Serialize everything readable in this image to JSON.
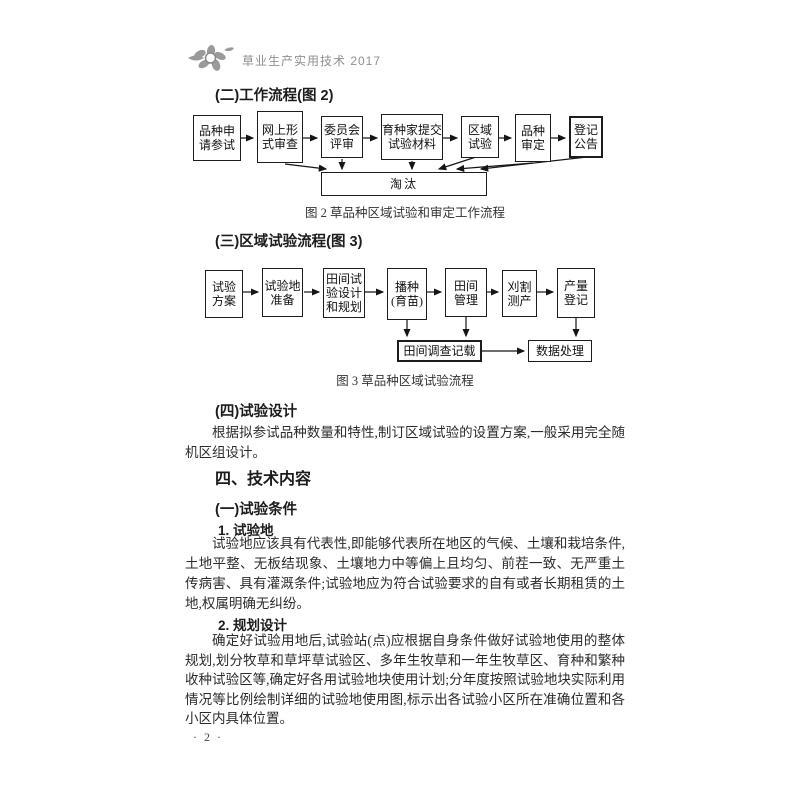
{
  "header": {
    "logo_icon": "flower-ornament",
    "book_title": "草业生产实用技术 2017"
  },
  "sections": {
    "workflow_heading": "(二)工作流程(图 2)",
    "regional_heading": "(三)区域试验流程(图 3)",
    "design_heading": "(四)试验设计",
    "design_para": "根据拟参试品种数量和特性,制订区域试验的设置方案,一般采用完全随机区组设计。",
    "tech_heading": "四、技术内容",
    "condition_heading": "(一)试验条件",
    "item1_heading": "1. 试验地",
    "item1_para": "试验地应该具有代表性,即能够代表所在地区的气候、土壤和栽培条件,土地平整、无板结现象、土壤地力中等偏上且均匀、前茬一致、无严重土传病害、具有灌溉条件;试验地应为符合试验要求的自有或者长期租赁的土地,权属明确无纠纷。",
    "item2_heading": "2. 规划设计",
    "item2_para": "确定好试验用地后,试验站(点)应根据自身条件做好试验地使用的整体规划,划分牧草和草坪草试验区、多年生牧草和一年生牧草区、育种和繁种收种试验区等,确定好各用试验地块使用计划;分年度按照试验地块实际利用情况等比例绘制详细的试验地使用图,标示出各试验小区所在准确位置和各小区内具体位置。"
  },
  "figure2": {
    "boxes": [
      "品种申\n请参试",
      "网上形\n式审查",
      "委员会\n评审",
      "育种家提交\n试验材料",
      "区域\n试验",
      "品种\n审定",
      "登记\n公告"
    ],
    "eliminate_label": "淘汰",
    "caption": "图 2  草品种区域试验和审定工作流程"
  },
  "figure3": {
    "boxes": [
      "试验\n方案",
      "试验地\n准备",
      "田间试\n验设计\n和规划",
      "播种\n(育苗)",
      "田间\n管理",
      "刈割\n测产",
      "产量\n登记"
    ],
    "survey_label": "田间调查记载",
    "data_label": "数据处理",
    "caption": "图 3  草品种区域试验流程"
  },
  "footer": {
    "page_number": "· 2 ·"
  }
}
